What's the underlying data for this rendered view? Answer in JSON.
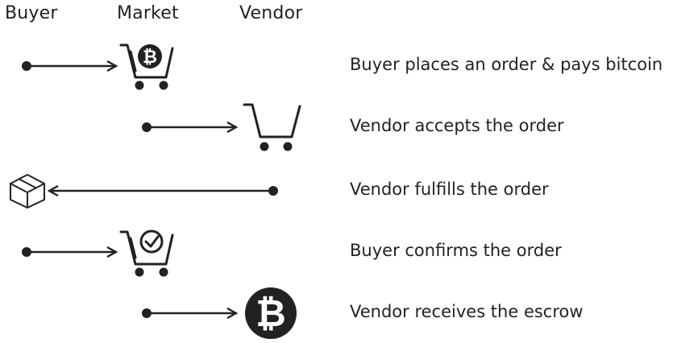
{
  "columns": {
    "buyer": "Buyer",
    "market": "Market",
    "vendor": "Vendor"
  },
  "steps": [
    {
      "text": "Buyer places an order & pays bitcoin",
      "from": "Buyer",
      "to": "Market",
      "icon": "cart-bitcoin-icon"
    },
    {
      "text": "Vendor accepts the order",
      "from": "Market",
      "to": "Vendor",
      "icon": "empty-cart-icon"
    },
    {
      "text": "Vendor fulfills the order",
      "from": "Vendor",
      "to": "Buyer",
      "icon": "package-box-icon"
    },
    {
      "text": "Buyer confirms the order",
      "from": "Buyer",
      "to": "Market",
      "icon": "cart-check-icon"
    },
    {
      "text": "Vendor receives the escrow",
      "from": "Market",
      "to": "Vendor",
      "icon": "bitcoin-icon"
    }
  ],
  "colors": {
    "ink": "#222222"
  }
}
